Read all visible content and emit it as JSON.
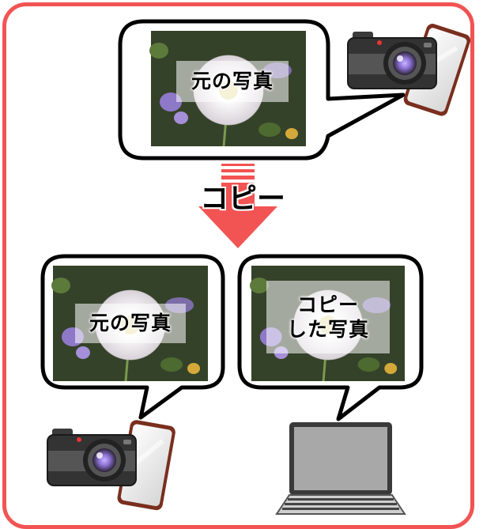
{
  "copy_label": "コピー",
  "photos": [
    {
      "label": "元の写真"
    },
    {
      "label": "元の写真"
    },
    {
      "label_line1": "コピー",
      "label_line2": "した写真"
    }
  ],
  "colors": {
    "frame": "#f25353",
    "arrow": "#f25353",
    "bubble_border": "#000000",
    "photo_bg": "#2f3a26"
  },
  "icons": [
    "camera-icon",
    "smartphone-icon",
    "laptop-icon",
    "flower-photo",
    "down-arrow-icon"
  ]
}
